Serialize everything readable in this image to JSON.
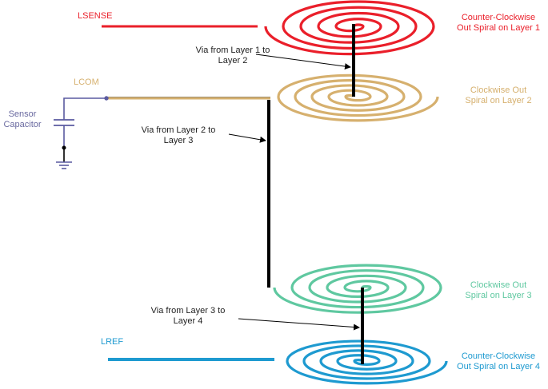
{
  "colors": {
    "layer1": "#ea1f2a",
    "layer2": "#d6b06e",
    "layer3": "#5fc8a0",
    "layer4": "#1e9ad0",
    "circuit": "#5a5aa0",
    "via": "#000000",
    "label_sensor": "#6a6aa0",
    "label_via": "#222222"
  },
  "terminals": {
    "lsense": "LSENSE",
    "lcom": "LCOM",
    "lref": "LREF"
  },
  "sensor": {
    "line1": "Sensor",
    "line2": "Capacitor"
  },
  "layers": [
    {
      "line1": "Counter-Clockwise",
      "line2": "Out Spiral on Layer 1"
    },
    {
      "line1": "Clockwise Out",
      "line2": "Spiral on Layer 2"
    },
    {
      "line1": "Clockwise Out",
      "line2": "Spiral on Layer 3"
    },
    {
      "line1": "Counter-Clockwise",
      "line2": "Out Spiral on Layer 4"
    }
  ],
  "vias": [
    {
      "line1": "Via from Layer 1 to",
      "line2": "Layer 2"
    },
    {
      "line1": "Via from Layer 2 to",
      "line2": "Layer 3"
    },
    {
      "line1": "Via from Layer 3 to",
      "line2": "Layer 4"
    }
  ],
  "icons": [
    "ground-icon",
    "capacitor-icon",
    "arrow-icon"
  ]
}
